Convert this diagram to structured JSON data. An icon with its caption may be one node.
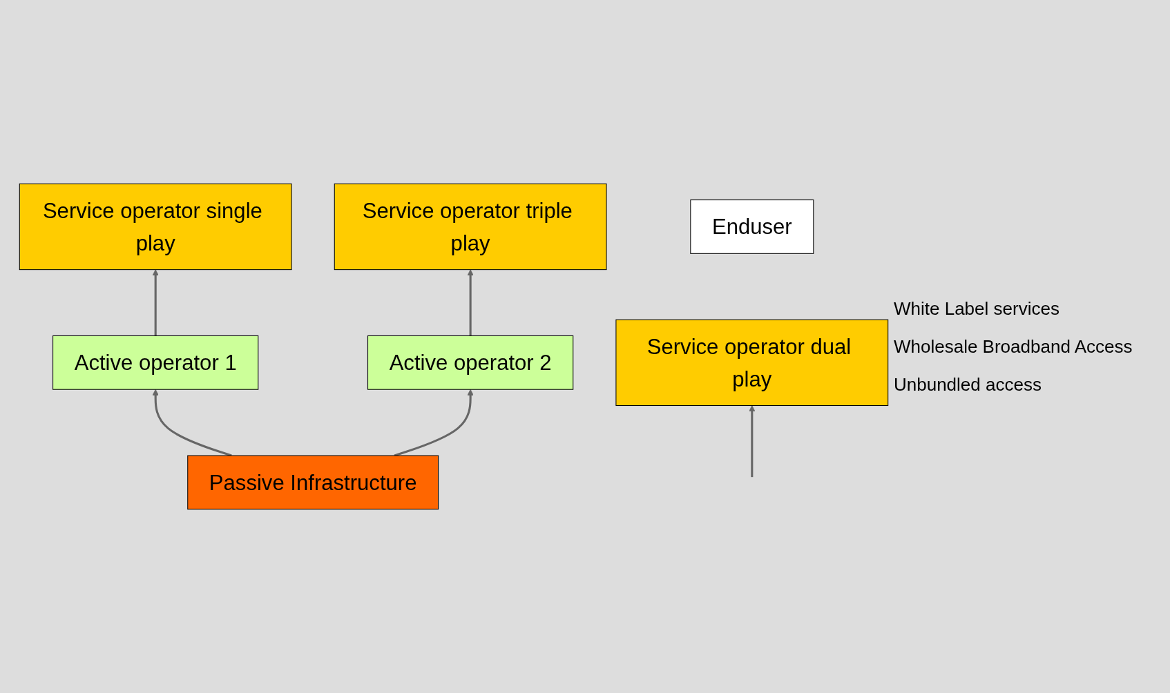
{
  "diagram": {
    "nodes": [
      {
        "text": [
          "Enduser"
        ]
      },
      {
        "text": [
          "Service operator single play"
        ]
      },
      {
        "text": [
          "Service operator dual play"
        ]
      },
      {
        "text": [
          "Service operator triple play"
        ]
      },
      {
        "text": [
          "Active operator 1"
        ]
      },
      {
        "text": [
          "Active operator 2"
        ]
      },
      {
        "text": [
          "Passive Infrastructure"
        ]
      }
    ],
    "edges": [
      {
        "from": 4,
        "to": 1,
        "arrow": "to"
      },
      {
        "from": null,
        "to": 2,
        "arrow": "to"
      },
      {
        "from": 5,
        "to": 3,
        "arrow": "to"
      },
      {
        "from": 6,
        "to": 4,
        "arrow": "to"
      },
      {
        "from": 6,
        "to": 5,
        "arrow": "to"
      }
    ],
    "labels": [
      "White Label services",
      "Wholesale Broadband Access",
      "Unbundled access"
    ]
  }
}
